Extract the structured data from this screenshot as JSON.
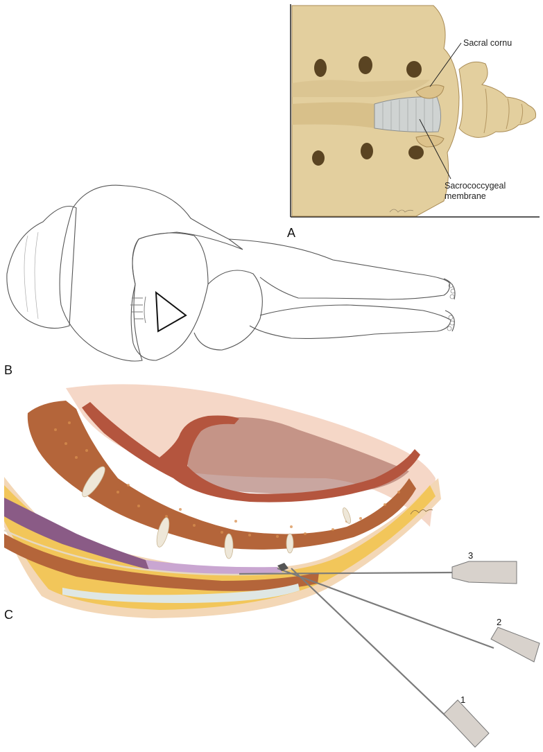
{
  "panels": {
    "a": {
      "letter": "A"
    },
    "b": {
      "letter": "B"
    },
    "c": {
      "letter": "C"
    }
  },
  "callouts": {
    "sacral_cornu": "Sacral cornu",
    "membrane_line1": "Sacrococcygeal",
    "membrane_line2": "membrane"
  },
  "needles": [
    {
      "number": "1"
    },
    {
      "number": "2"
    },
    {
      "number": "3"
    }
  ],
  "colors": {
    "bone": "#e3cf9e",
    "bone_shadow": "#c9b07a",
    "membrane": "#cfd3d2",
    "marrow": "#b4653a",
    "fat": "#f2c65a",
    "skin": "#f3d7b6",
    "rectum": "#e8b7a6",
    "venous": "#8a5b86",
    "needle_hub": "#d8d2cc"
  }
}
